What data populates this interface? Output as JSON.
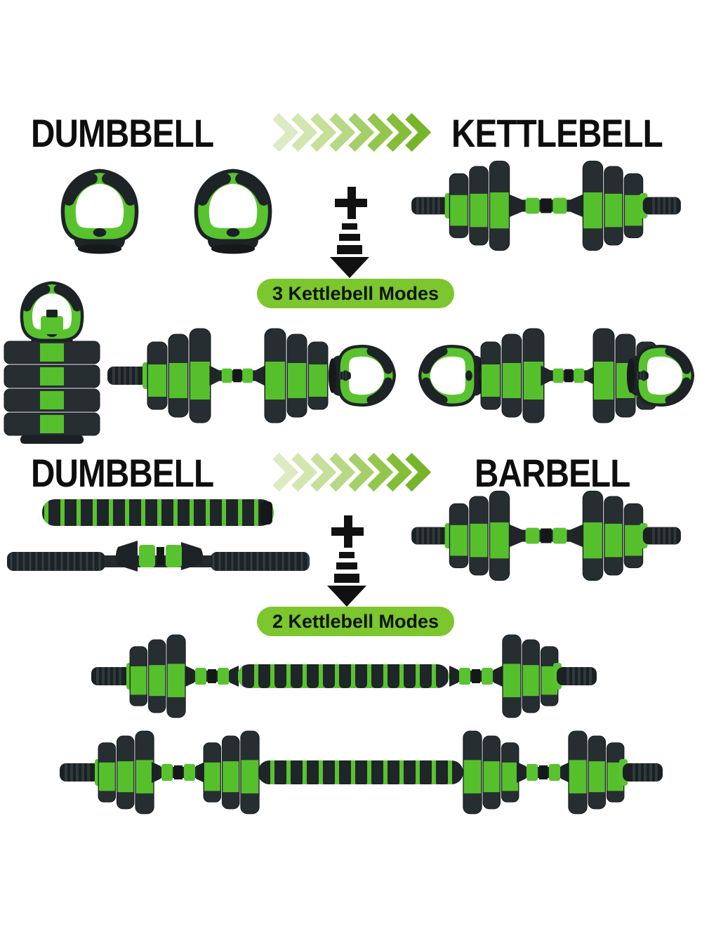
{
  "image_title": "Adjustable weight set conversion infographic",
  "colors": {
    "background": "#ffffff",
    "accent_green": "#58c32e",
    "badge_green": "#7cc62e",
    "plate_dark": "#272e32",
    "text_black": "#0e0e0e"
  },
  "kettlebell_section": {
    "from_label": "DUMBBELL",
    "to_label": "KETTLEBELL",
    "plus_icon": "plus",
    "arrow_icon": "dashed-down-arrow",
    "badge_label": "3 Kettlebell Modes"
  },
  "barbell_section": {
    "from_label": "DUMBBELL",
    "to_label": "BARBELL",
    "plus_icon": "plus",
    "arrow_icon": "dashed-down-arrow",
    "badge_label": "2 Kettlebell Modes"
  },
  "transform_arrow": {
    "chevron_count": 8,
    "colors": [
      "#dcebc2",
      "#d3e6b0",
      "#c6e09a",
      "#b7d884",
      "#a5cf68",
      "#93c64d",
      "#84bd38",
      "#76b42a"
    ]
  },
  "figures": {
    "row_kettlebell_parts": [
      "kettlebell-handle",
      "kettlebell-handle",
      "dumbbell"
    ],
    "row_kettlebell_modes": [
      "stacked-kettlebell",
      "dumbbell-with-one-handle",
      "dumbbell-with-two-handles"
    ],
    "row_barbell_parts": [
      "foam-connector-bar",
      "threaded-dumbbell-bar",
      "dumbbell"
    ],
    "row_barbell_modes": [
      "short-barbell",
      "long-barbell-four-stacks"
    ]
  }
}
